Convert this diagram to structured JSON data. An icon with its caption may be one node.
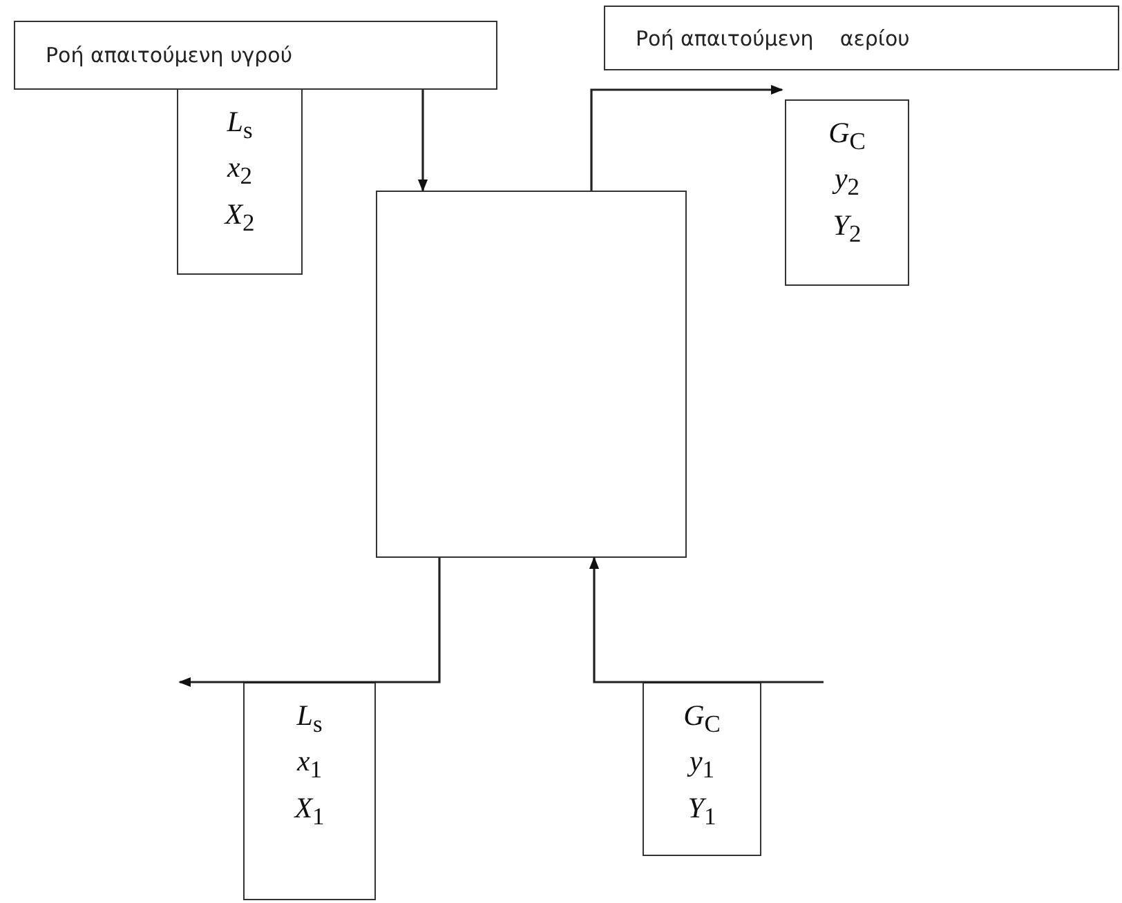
{
  "diagram": {
    "nodes": [
      {
        "text": [
          "Ροή απαιτούμενη υγρού"
        ]
      },
      {
        "text": [
          "*L*$_{s}$",
          "*x*$_{2}$",
          "*X*$_{2}$"
        ]
      },
      {
        "text": [
          "Ροή απαιτούμενη    αερίου"
        ]
      },
      {
        "text": [],
        "shape": "box"
      },
      {
        "text": [
          "*G*$_{C}$",
          "*y*$_{2}$",
          "*Y*$_{2}$"
        ]
      },
      {
        "text": [
          "*L*$_{s}$",
          "*x*$_{1}$",
          "*X*$_{1}$"
        ]
      },
      {
        "text": [
          "*G*$_{C}$",
          "*y*$_{1}$",
          "*Y*$_{1}$"
        ]
      }
    ],
    "edges": [
      {
        "from": 0,
        "to": 3,
        "arrow": "to"
      },
      {
        "from": 3,
        "to": 4,
        "arrow": "to"
      },
      {
        "from": 3,
        "to": null,
        "arrow": "to"
      },
      {
        "from": null,
        "to": 3,
        "arrow": "to"
      }
    ]
  }
}
